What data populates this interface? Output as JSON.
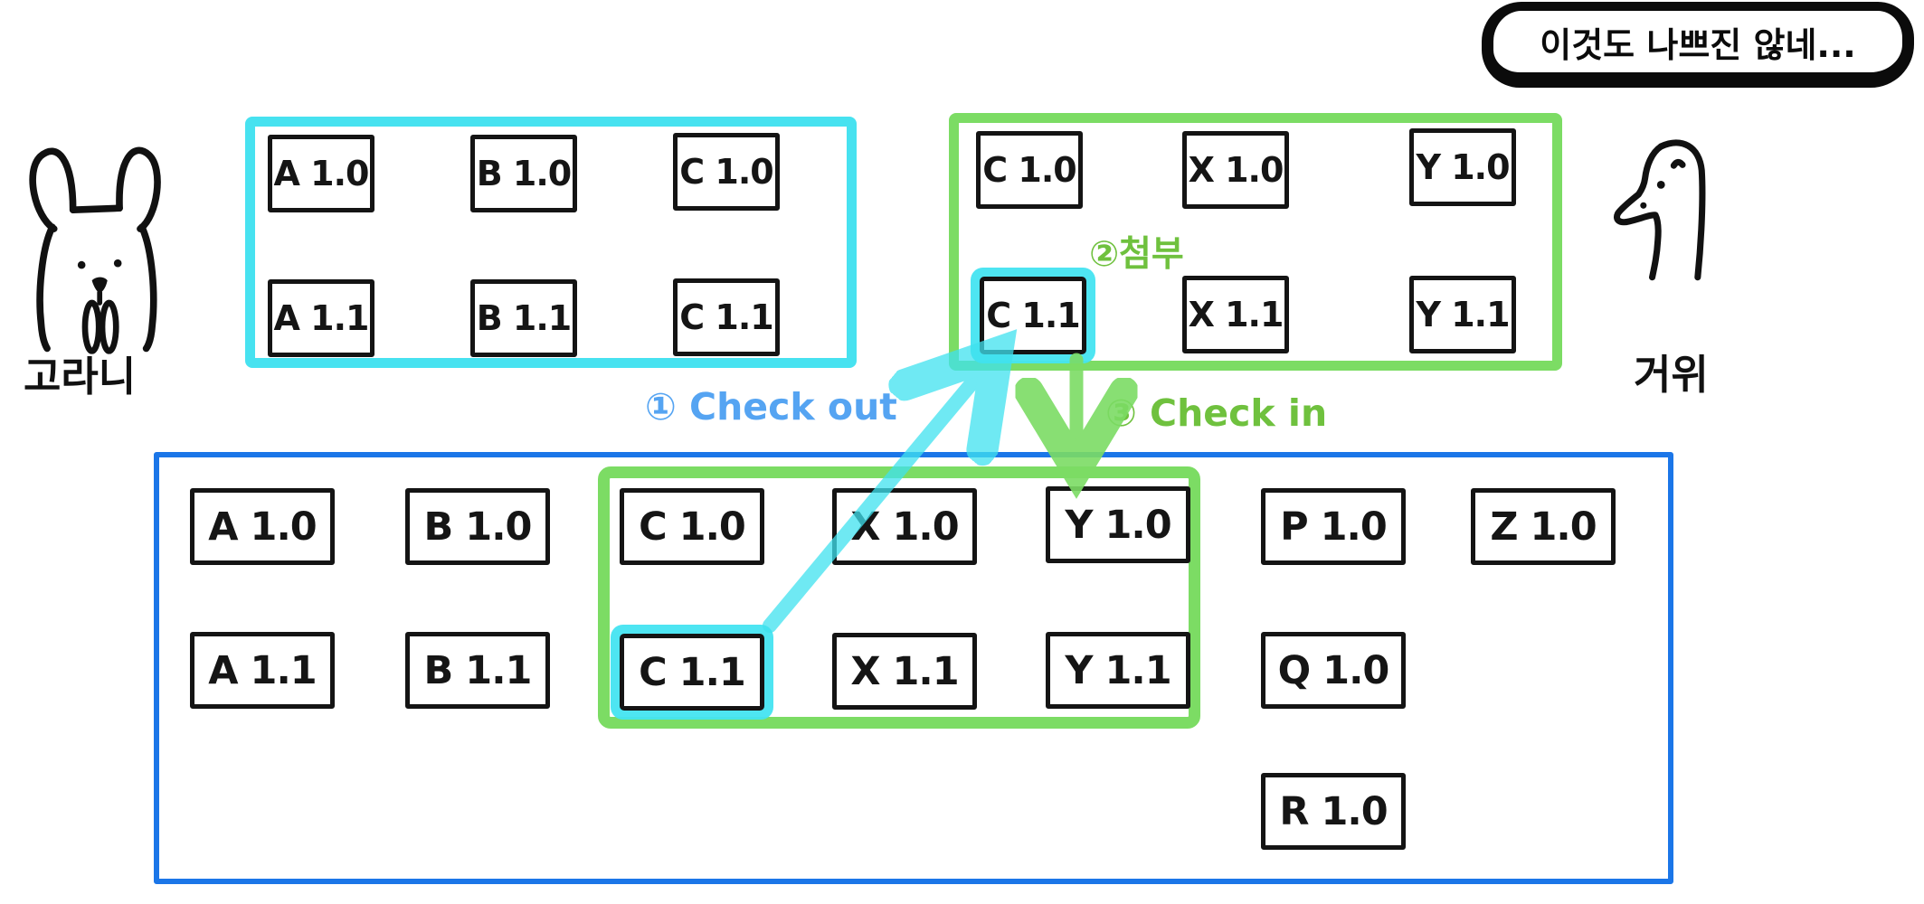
{
  "speech_bubble": {
    "text": "이것도 나쁘진 않네..."
  },
  "characters": {
    "left_label": "고라니",
    "right_label": "거위"
  },
  "gorani_workspace": {
    "row1": [
      "A 1.0",
      "B 1.0",
      "C 1.0"
    ],
    "row2": [
      "A 1.1",
      "B 1.1",
      "C 1.1"
    ]
  },
  "goose_workspace": {
    "row1": [
      "C 1.0",
      "X 1.0",
      "Y 1.0"
    ],
    "row2": [
      "C 1.1",
      "X 1.1",
      "Y 1.1"
    ]
  },
  "repository": {
    "row1": [
      "A 1.0",
      "B 1.0",
      "C 1.0",
      "X 1.0",
      "Y 1.0",
      "P 1.0",
      "Z 1.0"
    ],
    "row2": [
      "A 1.1",
      "B 1.1",
      "C 1.1",
      "X 1.1",
      "Y 1.1",
      "Q 1.0"
    ],
    "row3": [
      "R 1.0"
    ]
  },
  "steps": {
    "checkout": "① Check out",
    "attach": "②첨부",
    "checkin": "③ Check in"
  },
  "colors": {
    "cyan": "#47E2F0",
    "green": "#7CDC64",
    "green_text": "#6FC13E",
    "blue_border": "#1B76E8",
    "blue_text": "#55A4F2",
    "ink": "#111111"
  }
}
